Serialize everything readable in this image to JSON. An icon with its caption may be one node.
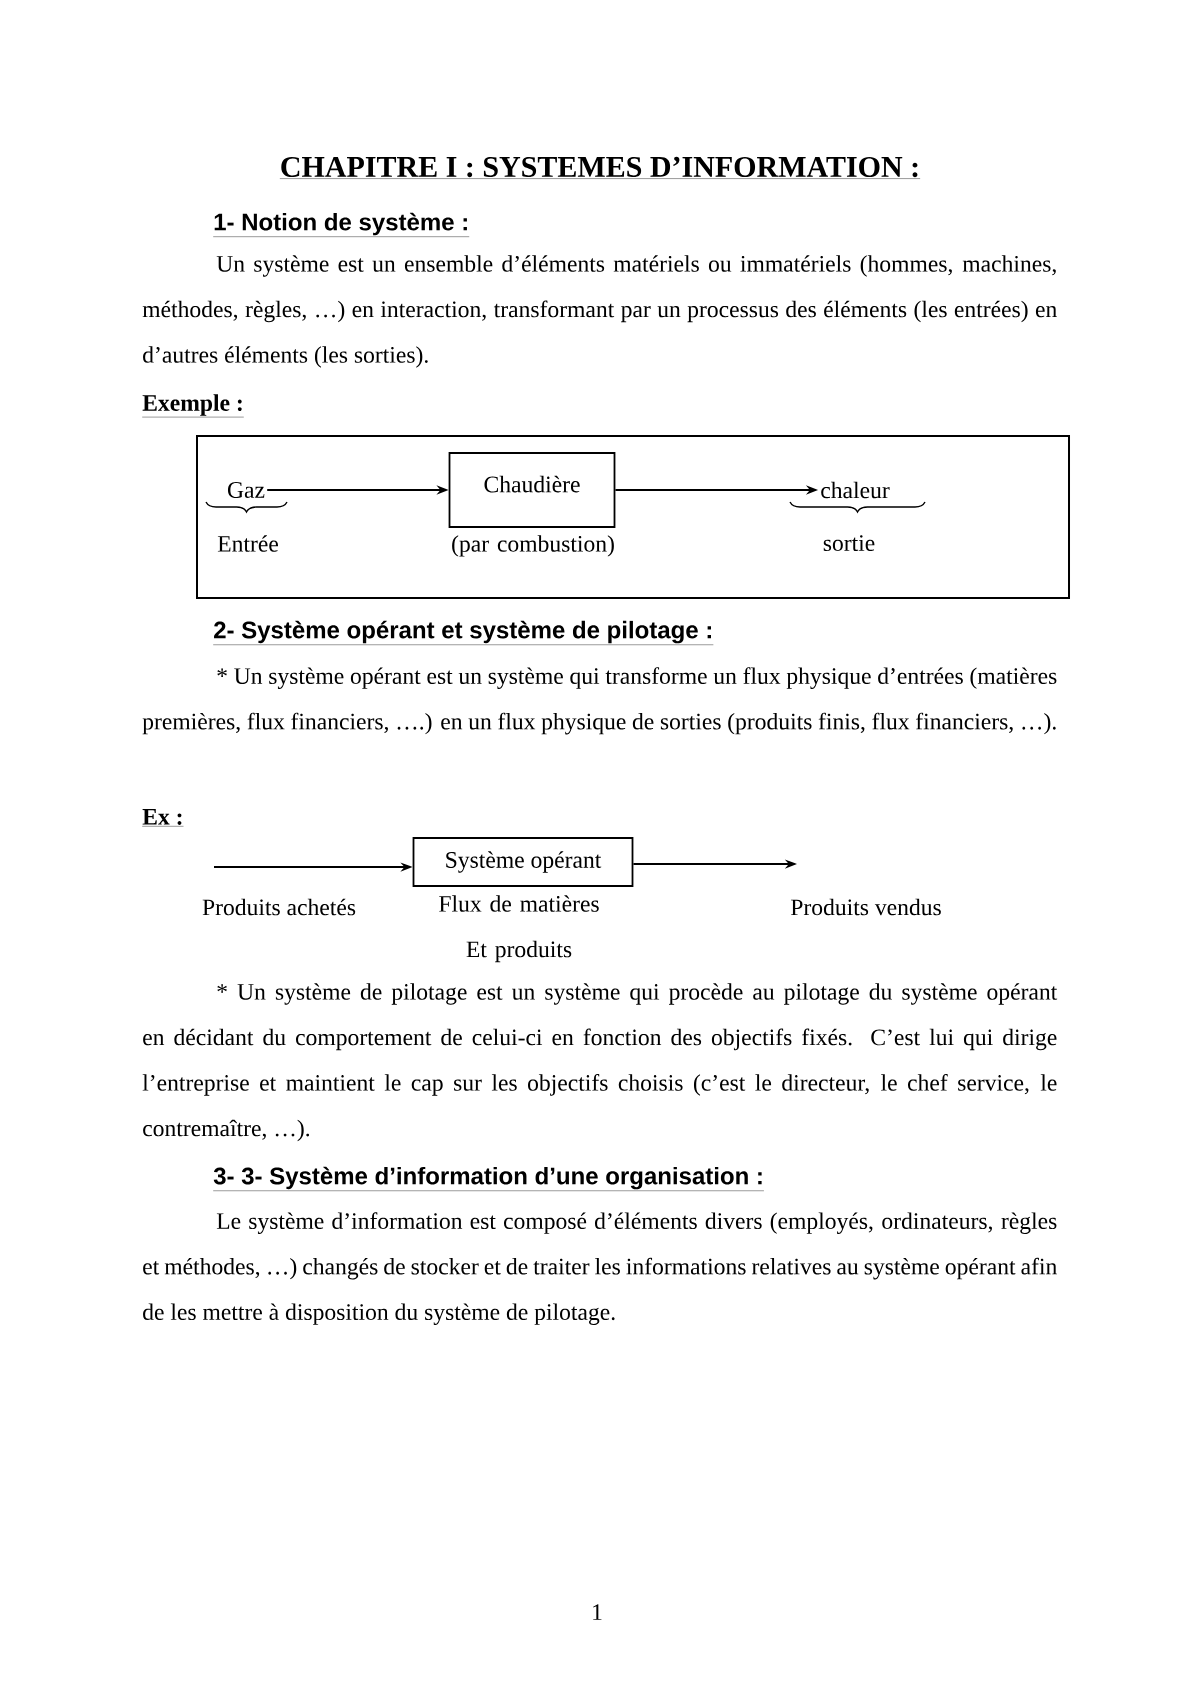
{
  "diagram": {
    "title": "CHAPITRE I : SYSTEMES D’INFORMATION :",
    "nodes": [
      {
        "text": [
          "Gaz"
        ],
        "beside": [
          "Entrée"
        ]
      },
      {
        "text": [
          "Chaudière"
        ],
        "beside": [
          "(par combustion)"
        ]
      },
      {
        "text": [
          "chaleur"
        ],
        "beside": [
          "sortie"
        ]
      },
      {
        "text": [
          "Système opérant"
        ],
        "beside": [
          "Flux de matières Et produits"
        ]
      }
    ],
    "edges": [
      {
        "from": 0,
        "to": 1,
        "arrow": "to"
      },
      {
        "from": 1,
        "to": 2,
        "arrow": "to"
      },
      {
        "from": null,
        "to": 3,
        "arrow": "to",
        "label": "Produits achetés"
      },
      {
        "from": 3,
        "to": null,
        "arrow": "to",
        "label": "Produits vendus"
      }
    ],
    "labels": [
      "1- Notion de système :",
      "Un système est un ensemble d’éléments matériels ou immatériels (hommes, machines, méthodes, règles, …) en interaction, transformant par un processus des éléments (les entrées) en d’autres éléments (les sorties).",
      "Exemple :",
      "2- Système opérant et système de pilotage :",
      "* Un système opérant est un système qui transforme un flux physique d’entrées (matières premières, flux financiers, ….) en un flux physique de sorties (produits finis, flux financiers, …).",
      "Ex :",
      "* Un système de pilotage est un système qui procède au pilotage du système opérant en décidant du comportement de celui-ci en fonction des objectifs fixés. C’est lui qui dirige l’entreprise et maintient le cap sur les objectifs choisis (c’est le directeur, le chef service, le contremaître, …).",
      "3- 3- Système d’information d’une organisation :",
      "Le système d’information est composé d’éléments divers (employés, ordinateurs, règles et méthodes, …) changés de stocker et de traiter les informations relatives au système opérant afin de les mettre à disposition du système de pilotage.",
      "1"
    ]
  }
}
